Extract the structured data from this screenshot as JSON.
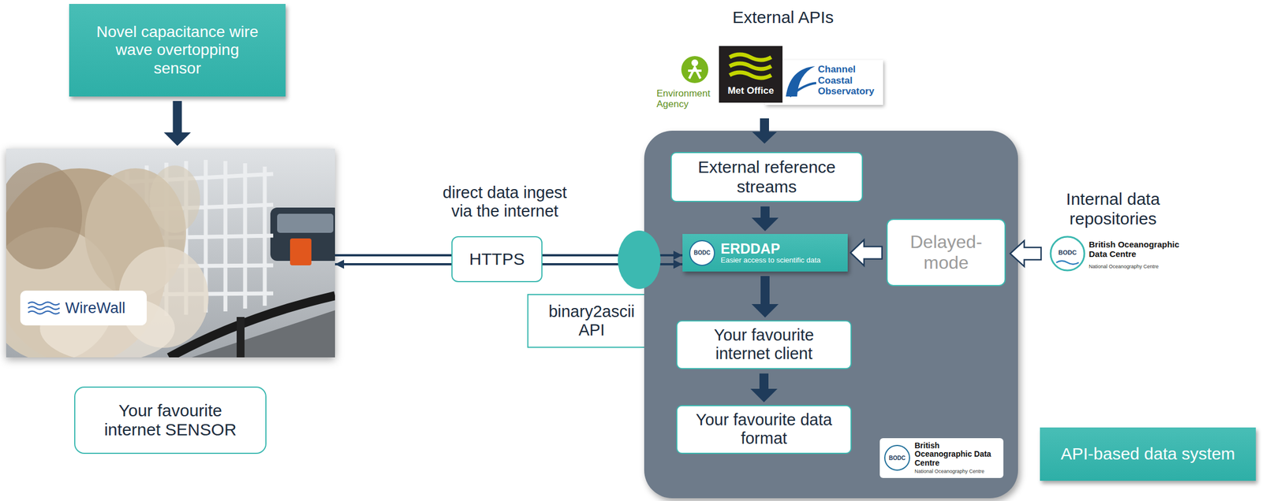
{
  "diagram": {
    "nodes": [
      {
        "text": [
          "Novel capacitance wire wave overtopping sensor"
        ]
      },
      {
        "text": [
          "WireWall"
        ]
      },
      {
        "text": [
          "Your favourite internet SENSOR"
        ]
      },
      {
        "text": [
          "binary2ascii API"
        ]
      },
      {
        "text": [
          "BODC",
          "British Oceanographic Data Centre",
          "National Oceanography Centre"
        ]
      },
      {
        "text": [
          "External reference streams"
        ],
        "in": 4
      },
      {
        "text": [
          "BODC",
          "ERDDAP",
          "Easier access to scientific data"
        ],
        "in": 4
      },
      {
        "text": [
          "Delayed- mode"
        ],
        "in": 4
      },
      {
        "text": [
          "Your favourite internet client"
        ],
        "in": 4
      },
      {
        "text": [
          "Your favourite data format"
        ],
        "in": 4
      },
      {
        "text": [
          "API-based data system"
        ]
      }
    ],
    "edges": [
      {
        "from": 0,
        "to": 1,
        "arrow": "to"
      },
      {
        "from": 1,
        "to": 6,
        "arrow": "to",
        "label": "HTTPS"
      },
      {
        "from": 1,
        "to": 6,
        "arrow": "both"
      },
      {
        "from": 5,
        "to": 6,
        "arrow": "to"
      },
      {
        "from": 7,
        "to": 6,
        "arrow": "to"
      },
      {
        "from": 6,
        "to": 8,
        "arrow": "to"
      },
      {
        "from": 8,
        "to": 9,
        "arrow": "to"
      }
    ],
    "labels": [
      "direct data ingest via the internet",
      "External APIs",
      "Environment Agency",
      "Met Office",
      "Channel Coastal Observatory",
      "Internal data repositories",
      "BODC",
      "British Oceanographic Data Centre",
      "National Oceanography Centre"
    ]
  }
}
